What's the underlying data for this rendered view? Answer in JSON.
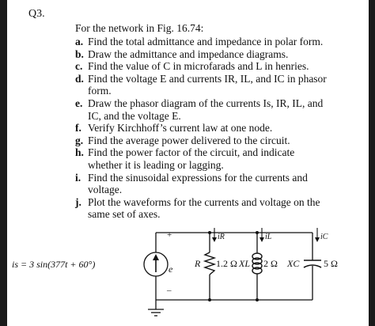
{
  "question": {
    "label": "Q3."
  },
  "intro": "For the network in Fig. 16.74:",
  "items": [
    {
      "key": "a.",
      "lines": [
        "Find the total admittance and impedance in polar form."
      ]
    },
    {
      "key": "b.",
      "lines": [
        "Draw the admittance and impedance diagrams."
      ]
    },
    {
      "key": "c.",
      "lines": [
        "Find the value of C in microfarads and L in henries."
      ]
    },
    {
      "key": "d.",
      "lines": [
        "Find the voltage E and currents IR, IL, and IC in phasor",
        "form."
      ]
    },
    {
      "key": "e.",
      "lines": [
        "Draw the phasor diagram of the currents Is, IR, IL, and",
        "IC, and the voltage E."
      ]
    },
    {
      "key": "f.",
      "lines": [
        "Verify Kirchhoff’s current law at one node."
      ]
    },
    {
      "key": "g.",
      "lines": [
        "Find the average power delivered to the circuit."
      ]
    },
    {
      "key": "h.",
      "lines": [
        "Find the power factor of the circuit, and indicate",
        "whether it is leading or lagging."
      ]
    },
    {
      "key": "i.",
      "lines": [
        "Find the sinusoidal expressions for the currents and",
        "voltage."
      ]
    },
    {
      "key": "j.",
      "lines": [
        "Plot the waveforms for the currents and voltage on the",
        "same set of axes."
      ]
    }
  ],
  "circuit": {
    "source_label": "is = 3 sin(377t + 60°)",
    "voltage_label": "e",
    "plus_sign": "+",
    "minus_sign": "–",
    "iR_label": "iR",
    "iL_label": "iL",
    "iC_label": "iC",
    "resistor_label": "R",
    "resistor_value": "1.2 Ω",
    "inductor_label": "XL",
    "inductor_value": "2 Ω",
    "capacitor_label": "XC",
    "capacitor_value": "5 Ω"
  }
}
